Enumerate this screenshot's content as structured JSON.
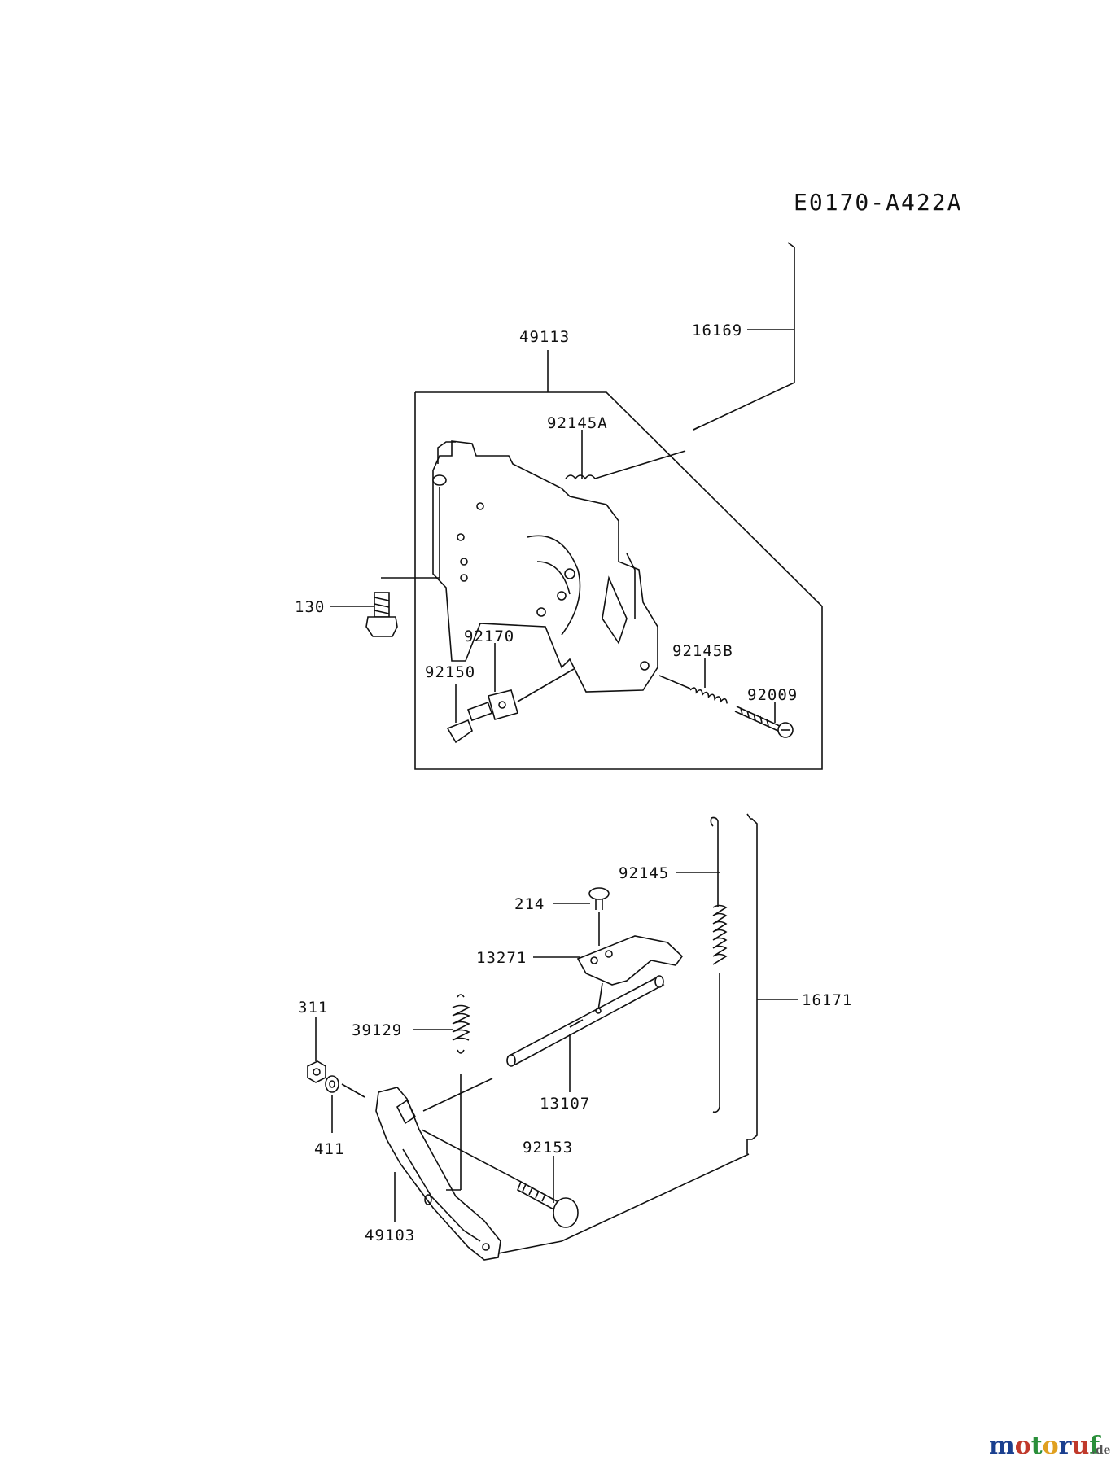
{
  "diagram": {
    "code": "E0170-A422A",
    "labels": {
      "p16169": "16169",
      "p49113": "49113",
      "p92145A": "92145A",
      "p130": "130",
      "p92170": "92170",
      "p92150": "92150",
      "p92145B": "92145B",
      "p92009": "92009",
      "p92145": "92145",
      "p214": "214",
      "p13271": "13271",
      "p311": "311",
      "p39129": "39129",
      "p16171": "16171",
      "p13107": "13107",
      "p411": "411",
      "p92153": "92153",
      "p49103": "49103"
    }
  },
  "watermark": {
    "brand_main": "motoruf",
    "brand_suffix": ".de",
    "colors": {
      "m": "#1a3f8f",
      "o1": "#c0392b",
      "t": "#2a8f3a",
      "o2": "#e0a020",
      "r": "#1a3f8f",
      "u": "#c0392b",
      "f": "#2a8f3a"
    }
  }
}
